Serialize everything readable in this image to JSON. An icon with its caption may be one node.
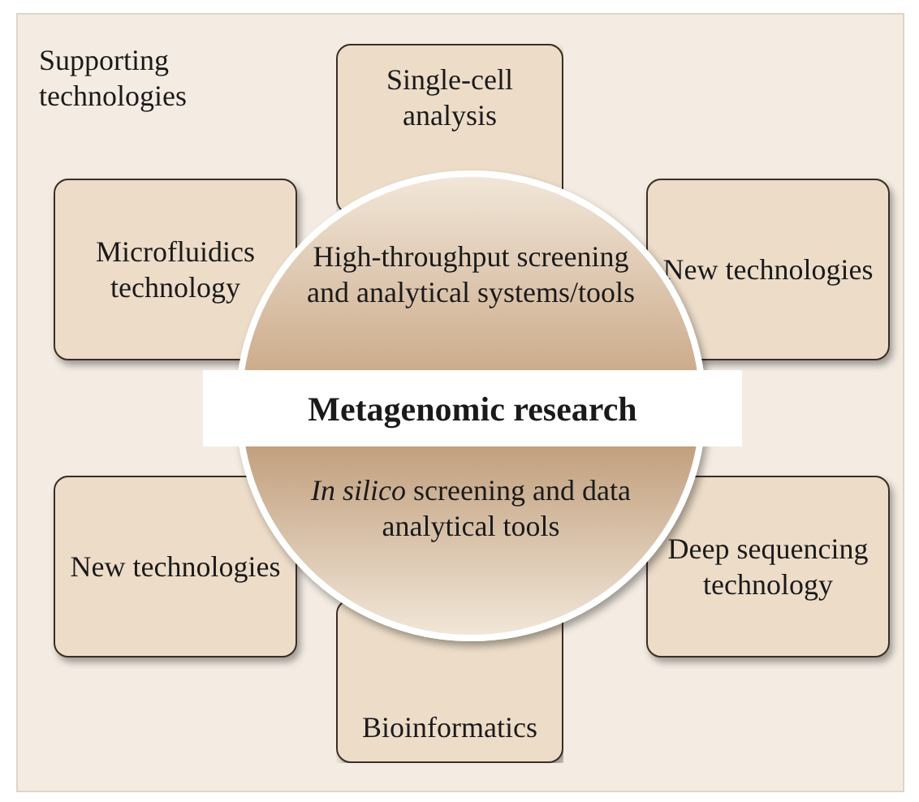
{
  "diagram": {
    "nodes": [
      {
        "text": [
          "Single-cell analysis"
        ]
      },
      {
        "text": [
          "Microfluidics technology"
        ]
      },
      {
        "text": [
          "New technologies"
        ]
      },
      {
        "text": [
          "High-throughput screening and analytical systems/tools",
          "*In silico* screening and data analytical tools"
        ]
      },
      {
        "text": [
          "Metagenomic research"
        ]
      },
      {
        "text": [
          "New technologies"
        ]
      },
      {
        "text": [
          "Deep sequencing technology"
        ]
      },
      {
        "text": [
          "Bioinformatics"
        ]
      }
    ],
    "labels": [
      "Supporting technologies"
    ]
  }
}
